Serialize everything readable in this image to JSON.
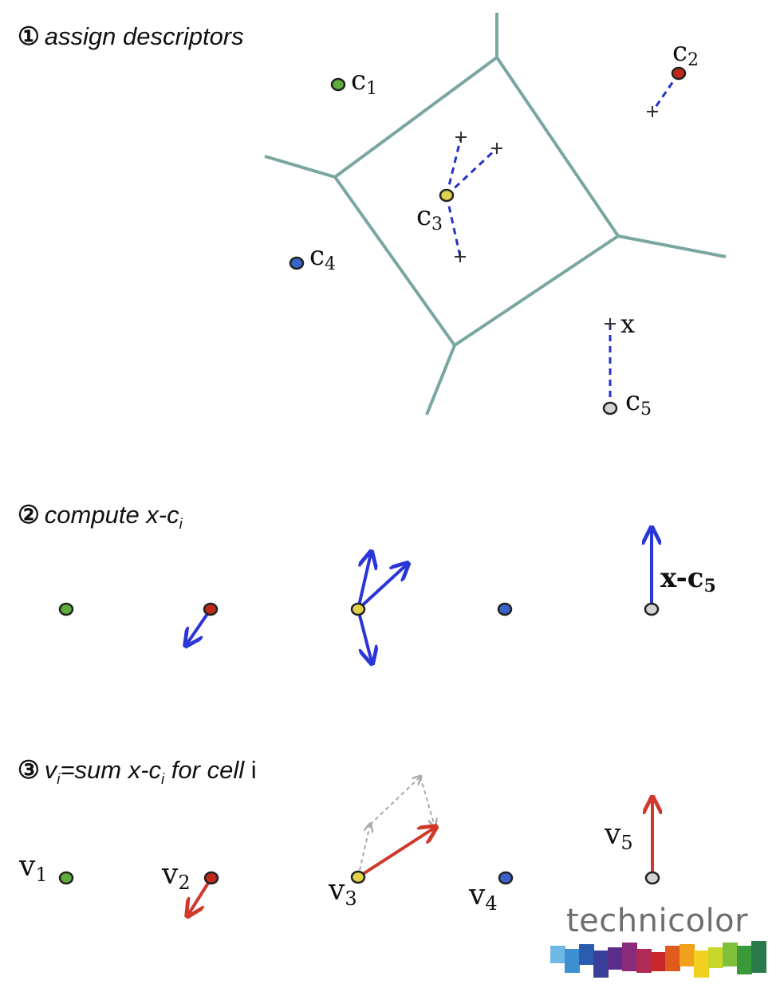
{
  "steps": {
    "s1": {
      "number": "①",
      "text": "assign descriptors"
    },
    "s2": {
      "number": "②",
      "text": "compute x-c",
      "sub": "i"
    },
    "s3": {
      "number": "③",
      "pre": "v",
      "pre_sub": "i",
      "mid": "=sum x-c",
      "mid_sub": "i",
      "post": " for cell",
      "tail": " i"
    }
  },
  "labels": {
    "c1": {
      "base": "c",
      "sub": "1"
    },
    "c2": {
      "base": "c",
      "sub": "2"
    },
    "c3": {
      "base": "c",
      "sub": "3"
    },
    "c4": {
      "base": "c",
      "sub": "4"
    },
    "c5": {
      "base": "c",
      "sub": "5"
    },
    "x": "x",
    "xc5": {
      "base": "x-c",
      "sub": "5"
    },
    "v1": {
      "base": "v",
      "sub": "1"
    },
    "v2": {
      "base": "v",
      "sub": "2"
    },
    "v3": {
      "base": "v",
      "sub": "3"
    },
    "v4": {
      "base": "v",
      "sub": "4"
    },
    "v5": {
      "base": "v",
      "sub": "5"
    }
  },
  "colors": {
    "green": "#5fae3c",
    "red": "#c0281b",
    "yellow": "#e0d24a",
    "blue": "#3a63c9",
    "gray": "#d4d4d4",
    "voronoi": "#7aa6a2",
    "descriptor_link": "#2632c8",
    "residual_arrow": "#2a36d6",
    "sum_arrow": "#d0382a",
    "component_arrow": "#a8a8a8"
  },
  "logo": {
    "text": "technicolor",
    "stripe_colors": [
      "#6fb8e6",
      "#3c8fd0",
      "#2a5cb0",
      "#3a3f9a",
      "#5a2d8a",
      "#8a2a7a",
      "#b02a55",
      "#c8282a",
      "#e05a1e",
      "#f0a01a",
      "#f2d020",
      "#c8d82a",
      "#7fbf3a",
      "#3a9a3a",
      "#2a7a4a"
    ]
  }
}
